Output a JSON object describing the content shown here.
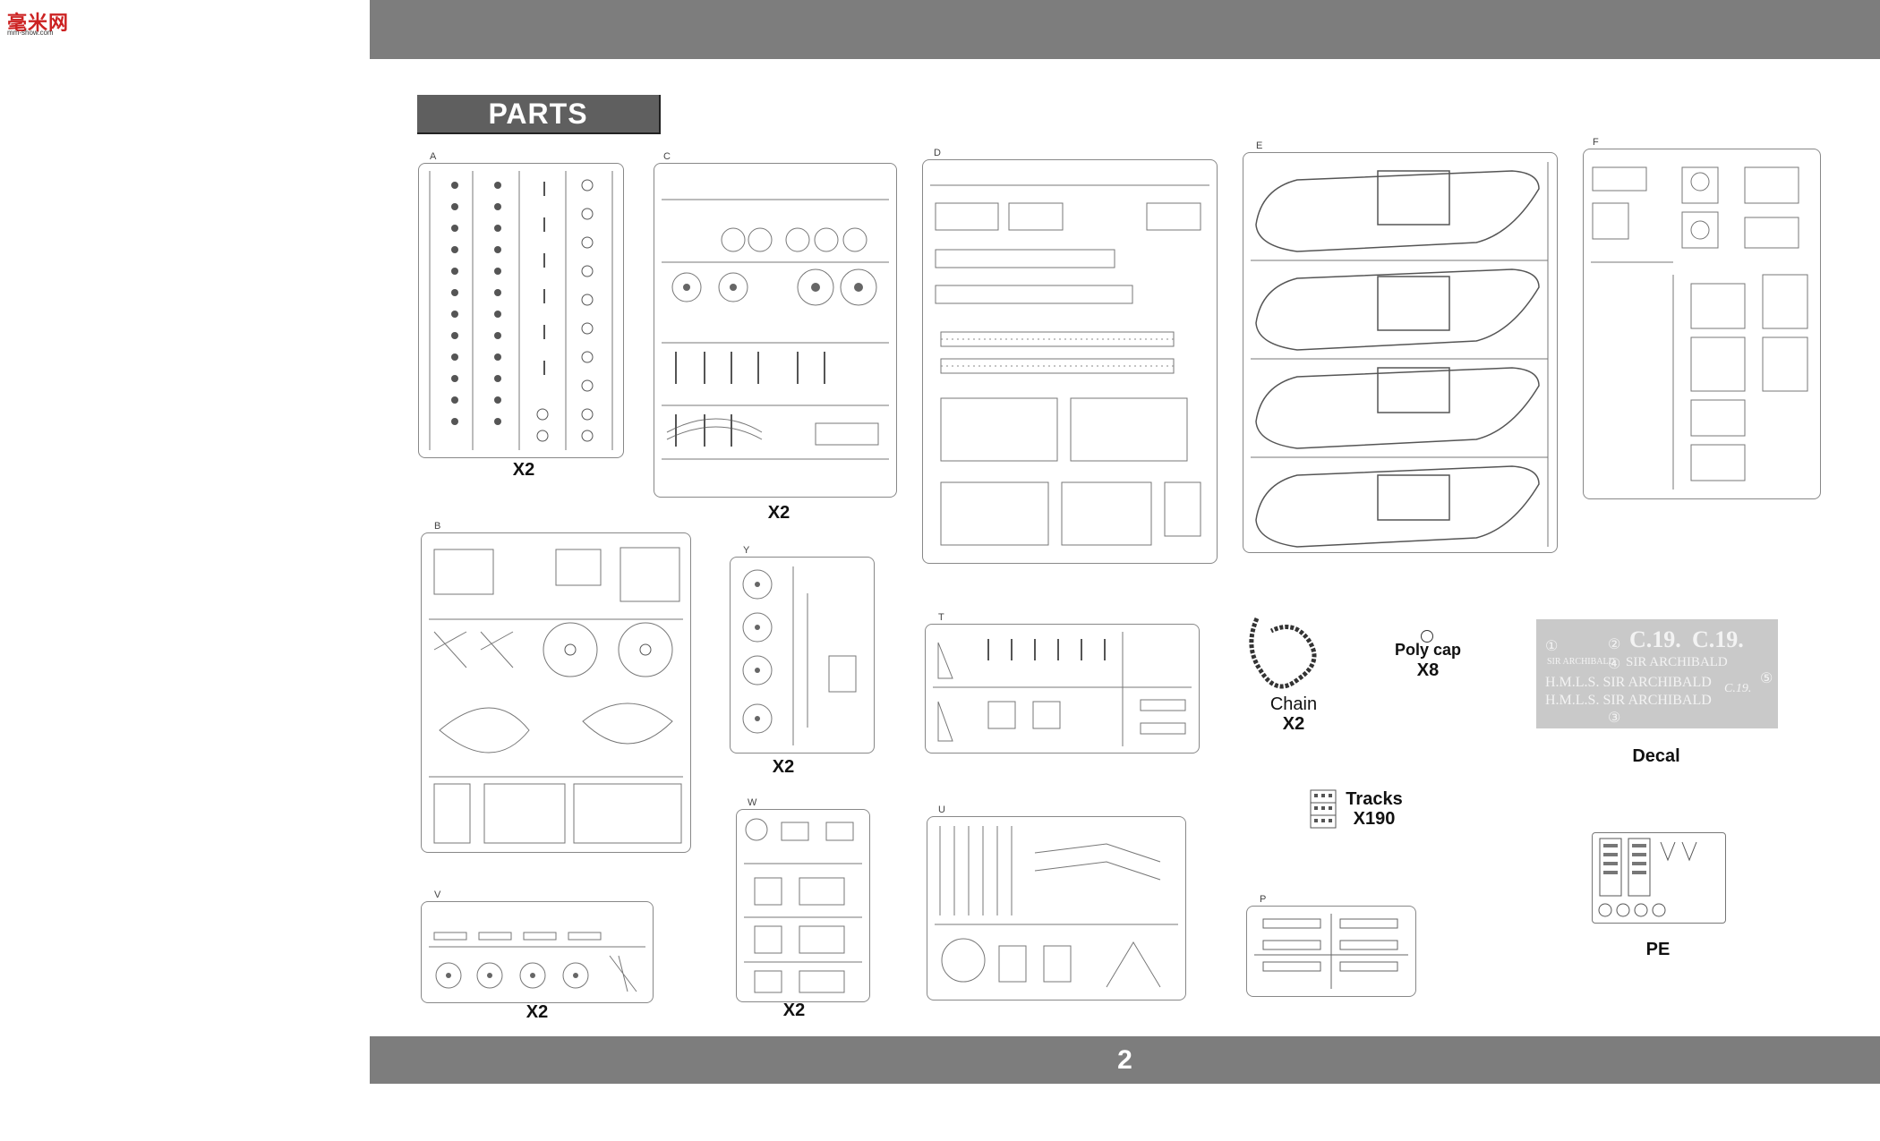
{
  "branding": {
    "site_name_cn": "毫米网",
    "site_url": "mm-show.com"
  },
  "heading": "PARTS",
  "page_number": "2",
  "sprues": [
    {
      "letter": "A",
      "quantity": "X2"
    },
    {
      "letter": "C",
      "quantity": "X2"
    },
    {
      "letter": "D",
      "quantity": ""
    },
    {
      "letter": "E",
      "quantity": ""
    },
    {
      "letter": "F",
      "quantity": ""
    },
    {
      "letter": "B",
      "quantity": ""
    },
    {
      "letter": "Y",
      "quantity": "X2"
    },
    {
      "letter": "T",
      "quantity": ""
    },
    {
      "letter": "V",
      "quantity": "X2"
    },
    {
      "letter": "W",
      "quantity": "X2"
    },
    {
      "letter": "U",
      "quantity": ""
    },
    {
      "letter": "P",
      "quantity": ""
    }
  ],
  "extras": {
    "chain": {
      "name": "Chain",
      "quantity": "X2"
    },
    "polycap": {
      "name": "Poly cap",
      "quantity": "X8"
    },
    "tracks": {
      "name": "Tracks",
      "quantity": "X190"
    },
    "decal": {
      "name": "Decal"
    },
    "pe": {
      "name": "PE"
    }
  },
  "decal_sheet": {
    "markings": [
      "C.19.",
      "C.19.",
      "SIR ARCHIBALD",
      "SIR ARCHIBALD",
      "H.M.L.S. SIR ARCHIBALD",
      "H.M.L.S. SIR ARCHIBALD",
      "C.19."
    ],
    "numbers": [
      "①",
      "②",
      "③",
      "④",
      "⑤"
    ]
  },
  "colors": {
    "band_gray": "#7d7d7d",
    "heading_gray": "#5f5f5f",
    "decal_gray": "#c9c9c9",
    "line_gray": "#888888"
  }
}
